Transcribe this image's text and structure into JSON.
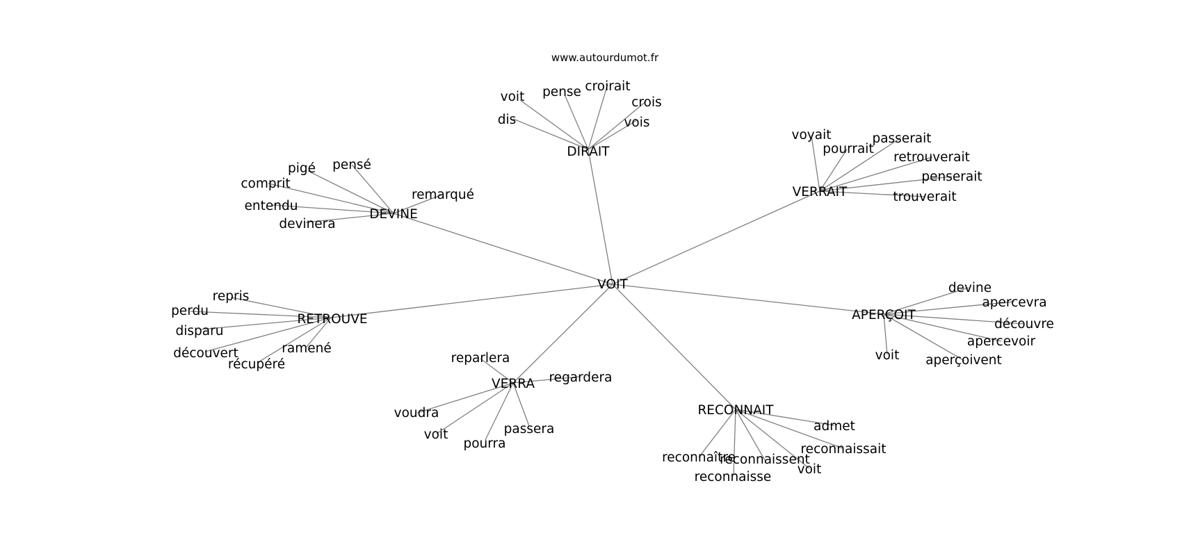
{
  "watermark": "www.autourdumot.fr",
  "colors": {
    "edge": "#7f7f7f",
    "text": "#000000",
    "background": "#ffffff"
  },
  "graph": {
    "root": "VOIT",
    "hubs": [
      {
        "id": "dirait",
        "label": "DIRAIT",
        "children": [
          "voit",
          "pense",
          "croirait",
          "crois",
          "vois",
          "dis"
        ]
      },
      {
        "id": "verrait",
        "label": "VERRAIT",
        "children": [
          "voyait",
          "pourrait",
          "passerait",
          "retrouverait",
          "penserait",
          "trouverait"
        ]
      },
      {
        "id": "devine",
        "label": "DEVINE",
        "children": [
          "pigé",
          "pensé",
          "comprit",
          "remarqué",
          "entendu",
          "devinera"
        ]
      },
      {
        "id": "retrouve",
        "label": "RETROUVE",
        "children": [
          "repris",
          "perdu",
          "disparu",
          "ramené",
          "découvert",
          "récupéré"
        ]
      },
      {
        "id": "apercoit",
        "label": "APERÇOIT",
        "children": [
          "devine",
          "apercevra",
          "découvre",
          "apercevoir",
          "voit",
          "aperçoivent"
        ]
      },
      {
        "id": "verra",
        "label": "VERRA",
        "children": [
          "reparlera",
          "regardera",
          "voudra",
          "voit",
          "passera",
          "pourra"
        ]
      },
      {
        "id": "reconnait",
        "label": "RECONNAIT",
        "children": [
          "admet",
          "reconnaissait",
          "reconnaître",
          "reconnaissent",
          "voit",
          "reconnaisse"
        ]
      }
    ]
  }
}
